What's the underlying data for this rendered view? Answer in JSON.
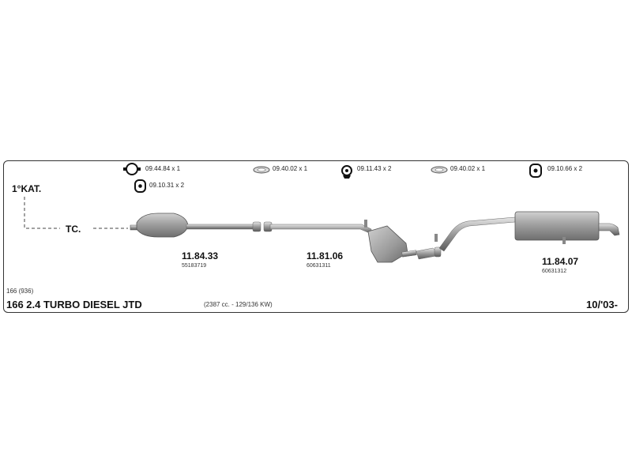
{
  "fittings": [
    {
      "icon": "ring-clamp-icon",
      "label": "09.44.84 x 1"
    },
    {
      "icon": "rubber-hanger-icon",
      "label": "09.40.02 x 1"
    },
    {
      "icon": "hanger-bracket-icon",
      "label": "09.11.43 x 2"
    },
    {
      "icon": "rubber-hanger-icon",
      "label": "09.40.02 x 1"
    },
    {
      "icon": "mounting-bracket-icon",
      "label": "09.10.66 x 2"
    },
    {
      "icon": "mounting-bracket-icon",
      "label": "09.10.31 x 2"
    }
  ],
  "labels": {
    "kat": "1°KAT.",
    "tc": "TC."
  },
  "parts": [
    {
      "code": "11.84.33",
      "oem": "55183719"
    },
    {
      "code": "11.81.06",
      "oem": "60631311"
    },
    {
      "code": "11.84.07",
      "oem": "60631312"
    }
  ],
  "vehicle": {
    "series": "166 (936)",
    "model": "166  2.4 TURBO DIESEL JTD",
    "spec": "(2387 cc. - 129/136 KW)",
    "date": "10/'03-"
  }
}
